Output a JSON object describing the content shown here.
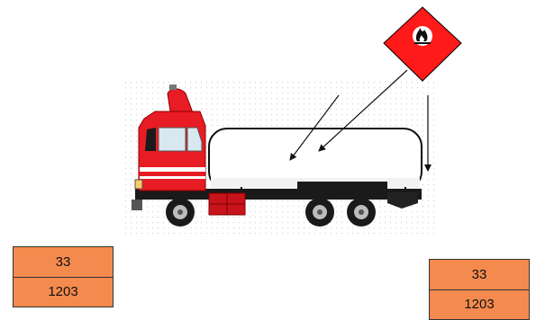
{
  "colors": {
    "hazard_diamond": "#ff1a1a",
    "plate_fill": "#f58a4e",
    "cab_red": "#e81c24",
    "tank_body": "#ffffff",
    "chassis": "#1a1a1a"
  },
  "hazard_label": {
    "icon": "flame-icon"
  },
  "plates": {
    "left": {
      "hazard_number": "33",
      "un_number": "1203"
    },
    "right": {
      "hazard_number": "33",
      "un_number": "1203"
    }
  }
}
